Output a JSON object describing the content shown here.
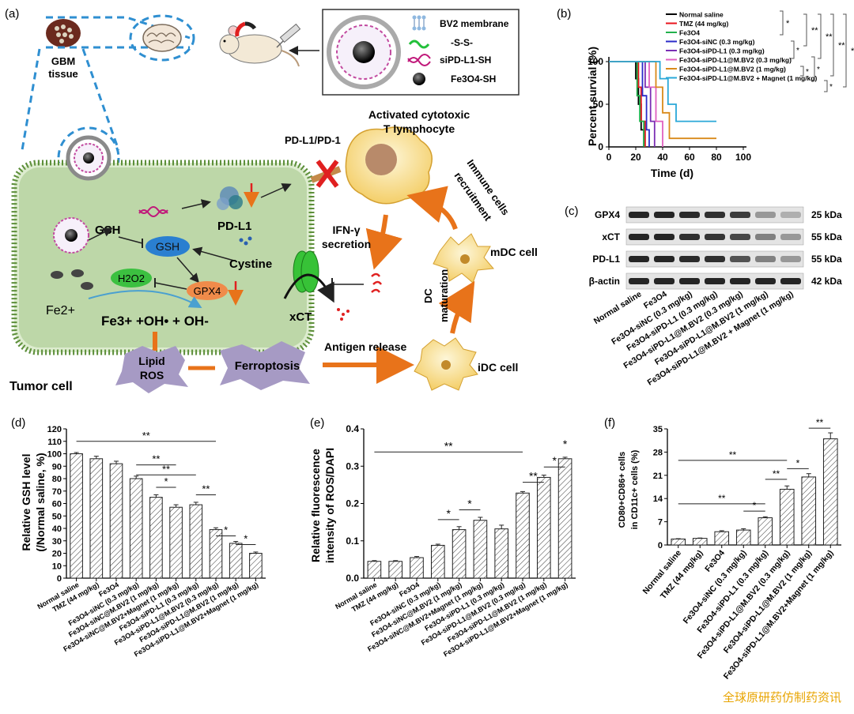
{
  "panel_a": {
    "label": "(a)",
    "gbm_tissue": [
      "GBM",
      "tissue"
    ],
    "legend": [
      "BV2 membrane",
      "-S-S-",
      "siPD-L1-SH",
      "Fe3O4-SH"
    ],
    "gsh1": "GSH",
    "gsh2": "GSH",
    "pdl1": "PD-L1",
    "cystine": "Cystine",
    "h2o2": "H2O2",
    "gpx4": "GPX4",
    "fe2": "Fe2+",
    "fenton": "Fe3+ +OH• + OH-",
    "lipid_ros": [
      "Lipid",
      "ROS"
    ],
    "ferroptosis": "Ferroptosis",
    "xct": "xCT",
    "tumor_cell": "Tumor cell",
    "pdl1_pd1": "PD-L1/PD-1",
    "ctl": [
      "Activated cytotoxic",
      "T lymphocyte"
    ],
    "ifn": [
      "IFN-γ",
      "secretion"
    ],
    "immune": [
      "Immune cells",
      "recruitment"
    ],
    "mdc": "mDC cell",
    "idc": "iDC cell",
    "dc_mat": [
      "DC",
      "maturation"
    ],
    "antigen": "Antigen release"
  },
  "panel_b": {
    "label": "(b)",
    "chart_data": {
      "type": "line",
      "xlabel": "Time (d)",
      "ylabel": "Percent survial (%)",
      "xlim": [
        0,
        100
      ],
      "ylim": [
        0,
        100
      ],
      "xticks": [
        "0",
        "20",
        "40",
        "60",
        "80",
        "100"
      ],
      "yticks": [
        "0",
        "50",
        "100"
      ],
      "series": [
        {
          "name": "Normal saline",
          "color": "#000000",
          "x": [
            0,
            18,
            20,
            22,
            24,
            26
          ],
          "y": [
            100,
            100,
            80,
            50,
            20,
            0
          ]
        },
        {
          "name": "TMZ (44 mg/kg)",
          "color": "#e8141c",
          "x": [
            0,
            20,
            22,
            24,
            27
          ],
          "y": [
            100,
            100,
            70,
            30,
            0
          ]
        },
        {
          "name": "Fe3O4",
          "color": "#22b14c",
          "x": [
            0,
            19,
            21,
            23,
            26
          ],
          "y": [
            100,
            100,
            60,
            30,
            0
          ]
        },
        {
          "name": "Fe3O4-siNC (0.3 mg/kg)",
          "color": "#2b2bc9",
          "x": [
            0,
            22,
            25,
            28,
            30
          ],
          "y": [
            100,
            100,
            60,
            20,
            0
          ]
        },
        {
          "name": "Fe3O4-siPD-L1 (0.3 mg/kg)",
          "color": "#7b2fb4",
          "x": [
            0,
            24,
            27,
            31,
            34
          ],
          "y": [
            100,
            100,
            70,
            30,
            0
          ]
        },
        {
          "name": "Fe3O4-siPD-L1@M.BV2 (0.3 mg/kg)",
          "color": "#e060c0",
          "x": [
            0,
            26,
            30,
            35,
            40
          ],
          "y": [
            100,
            100,
            70,
            30,
            0
          ]
        },
        {
          "name": "Fe3O4-siPD-L1@M.BV2 (1 mg/kg)",
          "color": "#d98a1a",
          "x": [
            0,
            30,
            35,
            40,
            45,
            80
          ],
          "y": [
            100,
            100,
            70,
            40,
            10,
            10
          ]
        },
        {
          "name": "Fe3O4-siPD-L1@M.BV2 + Magnet (1 mg/kg)",
          "color": "#2aa8d8",
          "x": [
            0,
            32,
            38,
            44,
            50,
            80
          ],
          "y": [
            100,
            100,
            80,
            50,
            30,
            30
          ]
        }
      ],
      "legend_position": "top-right",
      "significance": [
        "*",
        "**",
        "**",
        "**",
        "**",
        "*",
        "*",
        "*",
        "*"
      ]
    }
  },
  "panel_c": {
    "label": "(c)",
    "rows": [
      "GPX4",
      "xCT",
      "PD-L1",
      "β-actin"
    ],
    "kda": [
      "25 kDa",
      "55 kDa",
      "55 kDa",
      "42 kDa"
    ],
    "lanes": [
      "Normal saline",
      "Fe3O4",
      "Fe3O4-siNC (0.3 mg/kg)",
      "Fe3O4-siPD-L1 (0.3 mg/kg)",
      "Fe3O4-siPD-L1@M.BV2 (0.3 mg/kg)",
      "Fe3O4-siPD-L1@M.BV2 (1 mg/kg)",
      "Fe3O4-siPD-L1@M.BV2 + Magnet (1 mg/kg)"
    ],
    "band_intensity": [
      [
        0.95,
        0.95,
        0.92,
        0.9,
        0.85,
        0.45,
        0.35
      ],
      [
        0.95,
        0.95,
        0.9,
        0.88,
        0.8,
        0.55,
        0.45
      ],
      [
        0.95,
        0.95,
        0.92,
        0.9,
        0.75,
        0.55,
        0.45
      ],
      [
        0.95,
        0.95,
        0.95,
        0.95,
        0.95,
        0.95,
        0.95
      ]
    ]
  },
  "panel_d": {
    "label": "(d)",
    "chart_data": {
      "type": "bar",
      "ylabel": [
        "Relative GSH level",
        "(/Normal saline, %)"
      ],
      "ylim": [
        0,
        120
      ],
      "yticks": [
        "0",
        "10",
        "20",
        "30",
        "40",
        "50",
        "60",
        "70",
        "80",
        "90",
        "100",
        "110",
        "120"
      ],
      "categories": [
        "Normal saline",
        "TMZ (44 mg/kg)",
        "Fe3O4",
        "Fe3O4-siNC (0.3 mg/kg)",
        "Fe3O4-siNC@M.BV2 (1 mg/kg)",
        "Fe3O4-siNC@M.BV2+Magnet (1 mg/kg)",
        "Fe3O4-siPD-L1 (0.3 mg/kg)",
        "Fe3O4-siPD-L1@M.BV2 (0.3 mg/kg)",
        "Fe3O4-siPD-L1@M.BV2 (1 mg/kg)",
        "Fe3O4-siPD-L1@M.BV2+Magnet (1 mg/kg)"
      ],
      "values": [
        100,
        96,
        92,
        80,
        65,
        57,
        59,
        39,
        28,
        20
      ],
      "errors": [
        1,
        2,
        2,
        2,
        2,
        2,
        2,
        1.5,
        1.5,
        1
      ],
      "significance": [
        "**",
        "**",
        "**",
        "*",
        "**",
        "*",
        "*"
      ]
    }
  },
  "panel_e": {
    "label": "(e)",
    "chart_data": {
      "type": "bar",
      "ylabel": [
        "Relative fluorescence",
        "intensity of ROS/DAPI"
      ],
      "ylim": [
        0,
        0.4
      ],
      "yticks": [
        "0.0",
        "0.1",
        "0.2",
        "0.3",
        "0.4"
      ],
      "categories": [
        "Normal saline",
        "TMZ (44 mg/kg)",
        "Fe3O4",
        "Fe3O4-siNC (0.3 mg/kg)",
        "Fe3O4-siNC@M.BV2 (1 mg/kg)",
        "Fe3O4-siNC@M.BV2+Magnet (1 mg/kg)",
        "Fe3O4-siPD-L1 (0.3 mg/kg)",
        "Fe3O4-siPD-L1@M.BV2 (0.3 mg/kg)",
        "Fe3O4-siPD-L1@M.BV2 (1 mg/kg)",
        "Fe3O4-siPD-L1@M.BV2+Magnet (1 mg/kg)"
      ],
      "values": [
        0.045,
        0.045,
        0.055,
        0.088,
        0.13,
        0.155,
        0.132,
        0.228,
        0.27,
        0.32
      ],
      "errors": [
        0.002,
        0.002,
        0.003,
        0.003,
        0.008,
        0.008,
        0.01,
        0.004,
        0.006,
        0.004
      ],
      "significance": [
        "**",
        "*",
        "*",
        "**",
        "*",
        "*"
      ]
    }
  },
  "panel_f": {
    "label": "(f)",
    "chart_data": {
      "type": "bar",
      "ylabel": [
        "CD80+CD86+ cells",
        "in CD11c+ cells (%)"
      ],
      "ylim": [
        0,
        35
      ],
      "yticks": [
        "0",
        "7",
        "14",
        "21",
        "28",
        "35"
      ],
      "categories": [
        "Normal saline",
        "TMZ (44 mg/kg)",
        "Fe3O4",
        "Fe3O4-siNC (0.3 mg/kg)",
        "Fe3O4-siPD-L1 (0.3 mg/kg)",
        "Fe3O4-siPD-L1@M.BV2 (0.3 mg/kg)",
        "Fe3O4-siPD-L1@M.BV2 (1 mg/kg)",
        "Fe3O4-siPD-L1@M.BV2+Magnet (1 mg/kg)"
      ],
      "values": [
        1.8,
        2.0,
        4.0,
        4.5,
        8.2,
        16.8,
        20.5,
        32.0
      ],
      "errors": [
        0.1,
        0.1,
        0.3,
        0.4,
        0.3,
        1.0,
        1.0,
        1.8
      ],
      "significance": [
        "**",
        "**",
        "*",
        "**",
        "*",
        "**"
      ]
    }
  },
  "watermark": "全球原研药仿制药资讯"
}
